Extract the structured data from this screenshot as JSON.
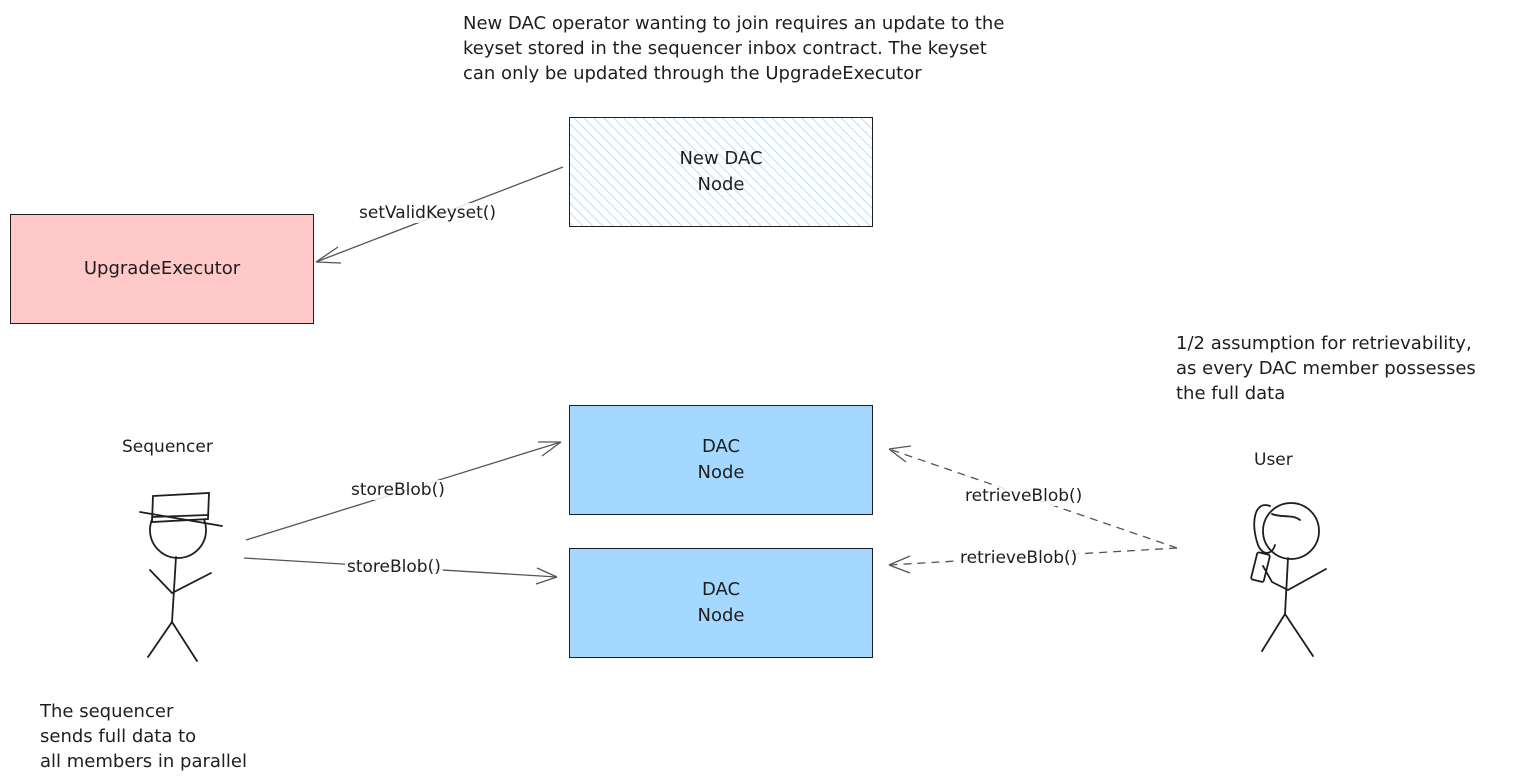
{
  "notes": {
    "join_note": "New DAC operator wanting to join requires an update to the\nkeyset stored in the sequencer inbox contract. The keyset\ncan only be updated through the UpgradeExecutor",
    "retrievability_note": "1/2 assumption for retrievability,\nas every DAC member possesses\nthe full data",
    "sequencer_note": "The sequencer\nsends full data to\nall members in parallel"
  },
  "nodes": {
    "new_dac_node": "New DAC\nNode",
    "upgrade_executor": "UpgradeExecutor",
    "dac_node_1": "DAC\nNode",
    "dac_node_2": "DAC\nNode"
  },
  "actors": {
    "sequencer": "Sequencer",
    "user": "User"
  },
  "edges": {
    "set_valid_keyset": "setValidKeyset()",
    "store_blob_1": "storeBlob()",
    "store_blob_2": "storeBlob()",
    "retrieve_blob_1": "retrieveBlob()",
    "retrieve_blob_2": "retrieveBlob()"
  },
  "colors": {
    "upgrade_executor_fill": "#ffc9c9",
    "dac_node_fill": "#a5d8ff",
    "new_node_hatch": "#a5d8ff",
    "stroke": "#1e1e1e"
  }
}
